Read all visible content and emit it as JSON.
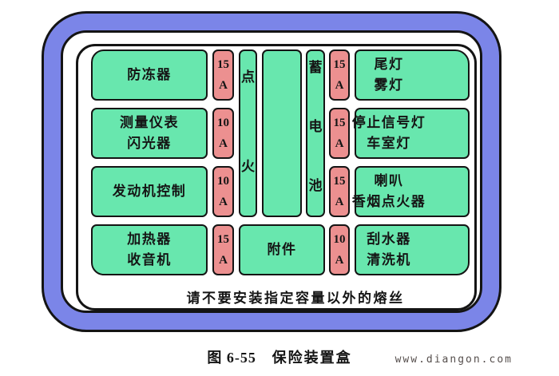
{
  "colors": {
    "ring_blue": "#7b85e8",
    "circuit_green": "#68e7ae",
    "fuse_pink": "#ec9090",
    "outline_black": "#141414",
    "watermark_gray": "#564f4d"
  },
  "fusebox": {
    "left_circuits": [
      {
        "line1": "防冻器",
        "line2": ""
      },
      {
        "line1": "测量仪表",
        "line2": "闪光器"
      },
      {
        "line1": "发动机控制",
        "line2": ""
      },
      {
        "line1": "加热器",
        "line2": "收音机"
      }
    ],
    "left_fuses": [
      {
        "amp": "15",
        "unit": "A"
      },
      {
        "amp": "10",
        "unit": "A"
      },
      {
        "amp": "10",
        "unit": "A"
      },
      {
        "amp": "15",
        "unit": "A"
      }
    ],
    "ignition": {
      "char1": "点",
      "char2": "火"
    },
    "battery": {
      "char1": "蓄",
      "char2": "电",
      "char3": "池"
    },
    "accessories_label": "附件",
    "right_fuses": [
      {
        "amp": "15",
        "unit": "A"
      },
      {
        "amp": "15",
        "unit": "A"
      },
      {
        "amp": "15",
        "unit": "A"
      },
      {
        "amp": "10",
        "unit": "A"
      }
    ],
    "right_circuits": [
      {
        "line1": "尾灯",
        "line2": "雾灯"
      },
      {
        "line1": "停止信号灯",
        "line2": "车室灯"
      },
      {
        "line1": "喇叭",
        "line2": "香烟点火器"
      },
      {
        "line1": "刮水器",
        "line2": "清洗机"
      }
    ],
    "warning": "请不要安装指定容量以外的熔丝"
  },
  "caption": {
    "figure_no": "图 6-55",
    "title": "保险装置盒"
  },
  "watermark": "www.diangon.com"
}
